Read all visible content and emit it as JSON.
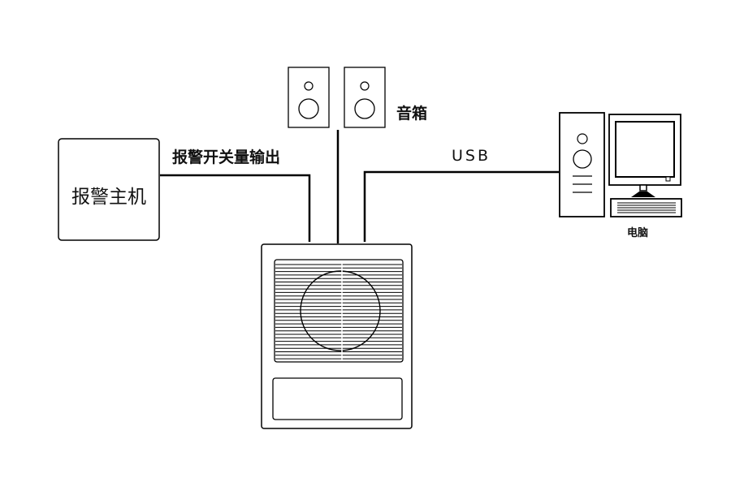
{
  "diagram": {
    "nodes": {
      "alarm_host": {
        "label": "报警主机"
      },
      "speakers": {
        "label": "音箱"
      },
      "computer": {
        "label": "电脑"
      },
      "intercom_device": {
        "label": ""
      }
    },
    "connections": {
      "alarm_output": {
        "label": "报警开关量输出"
      },
      "usb": {
        "label": "USB"
      }
    },
    "colors": {
      "stroke": "#000000",
      "background": "#ffffff"
    }
  }
}
